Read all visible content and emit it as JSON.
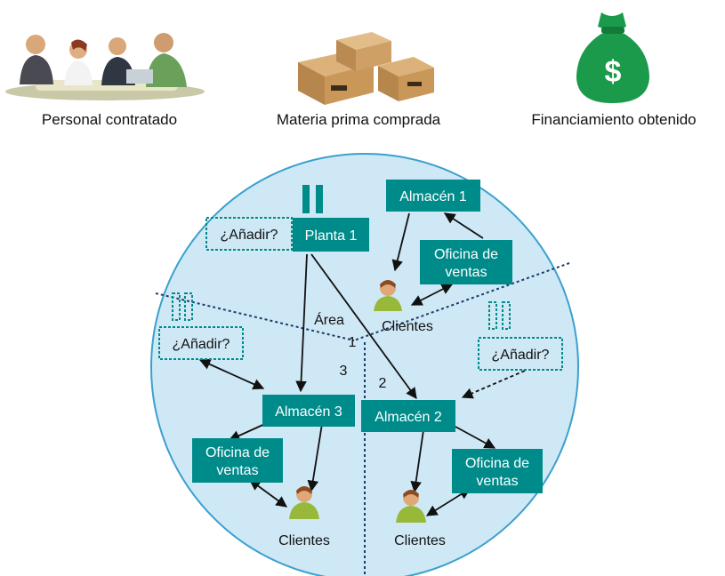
{
  "resources": {
    "personal": "Personal contratado",
    "materia": "Materia prima comprada",
    "financiamiento": "Financiamiento obtenido",
    "dollar_sign": "$"
  },
  "plants": {
    "planta1": "Planta 1",
    "candidate": "¿Añadir?"
  },
  "warehouses": {
    "almacen1": "Almacén 1",
    "almacen2": "Almacén 2",
    "almacen3": "Almacén 3"
  },
  "sales_office": {
    "line1": "Oficina de",
    "line2": "ventas"
  },
  "customers": "Clientes",
  "areas": {
    "word": "Área",
    "n1": "1",
    "n2": "2",
    "n3": "3"
  },
  "colors": {
    "teal": "#008b8b",
    "circle_fill": "#cfe8f5",
    "circle_stroke": "#3aa0cf",
    "money_bag": "#1a9a4a",
    "box": "#c89a5a"
  }
}
